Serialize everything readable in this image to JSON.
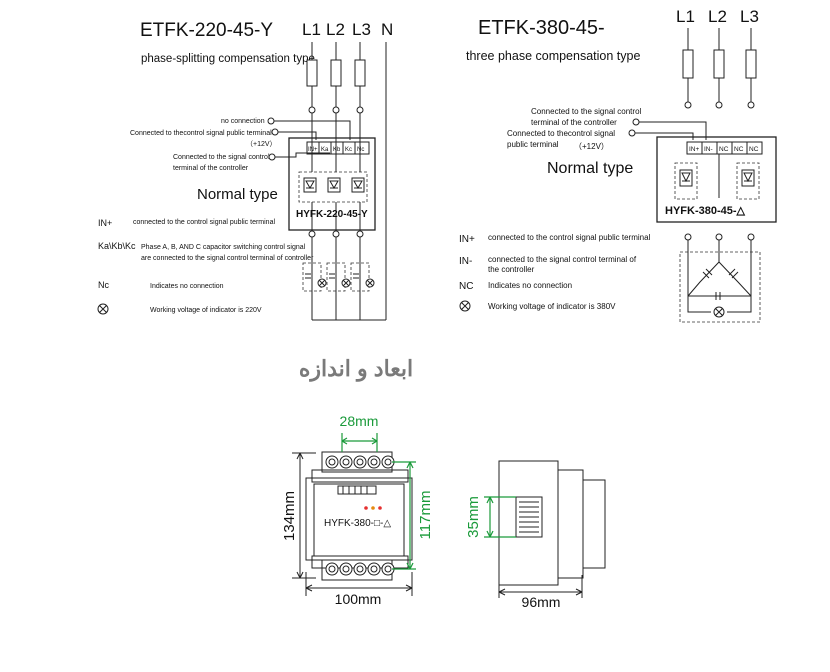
{
  "left": {
    "title": "ETFK-220-45-Y",
    "subtitle": "phase-splitting compensation type",
    "lines": [
      "L1",
      "L2",
      "L3",
      "N"
    ],
    "callouts": [
      "no connection",
      "Connected to thecontrol signal public terminal",
      "（+12V）",
      "Connected to the signal control",
      "terminal of the controller"
    ],
    "terminals": [
      "IN+",
      "Ka",
      "Kb",
      "Kc",
      "Nc"
    ],
    "normal_type": "Normal type",
    "model": "HYFK-220-45-Y",
    "legend": [
      {
        "key": "IN+",
        "desc": "connected to the control signal public terminal"
      },
      {
        "key": "Ka\\Kb\\Kc",
        "desc": "Phase A, B, AND C capacitor switching control signal",
        "desc2": "are connected to the signal control terminal of controller"
      },
      {
        "key": "Nc",
        "desc": "Indicates no connection"
      },
      {
        "key": "⊗",
        "desc": "Working voltage of indicator is 220V"
      }
    ]
  },
  "right": {
    "title": "ETFK-380-45-",
    "subtitle": "three phase compensation type",
    "lines": [
      "L1",
      "L2",
      "L3"
    ],
    "callouts": [
      "Connected to the signal control",
      "terminal of the controller",
      "Connected to thecontrol signal",
      "public terminal",
      "（+12V）"
    ],
    "terminals": [
      "IN+",
      "IN-",
      "NC",
      "NC",
      "NC"
    ],
    "normal_type": "Normal type",
    "model": "HYFK-380-45-△",
    "legend": [
      {
        "key": "IN+",
        "desc": "connected to the control signal public terminal"
      },
      {
        "key": "IN-",
        "desc": "connected to the signal control terminal of",
        "desc2": "the controller"
      },
      {
        "key": "NC",
        "desc": "Indicates no connection"
      },
      {
        "key": "⊗",
        "desc": "Working voltage of indicator is 380V"
      }
    ]
  },
  "dimensions": {
    "heading": "ابعاد و اندازه",
    "front_label": "HYFK-380-□-△",
    "w_top": "28mm",
    "h_total": "134mm",
    "h_inner": "117mm",
    "w_bottom": "100mm",
    "side_h": "35mm",
    "side_w": "96mm"
  }
}
